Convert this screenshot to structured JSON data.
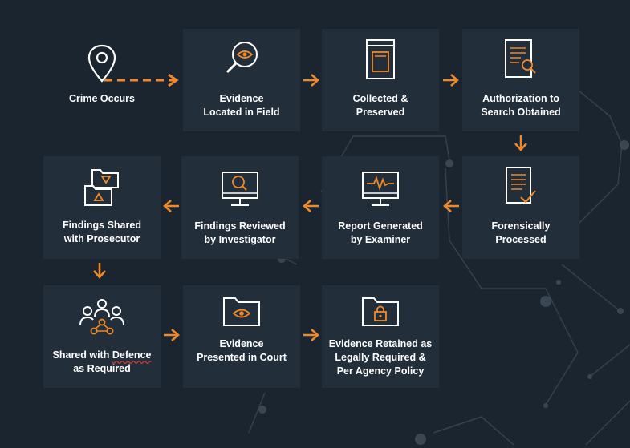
{
  "steps": [
    {
      "id": "crime-occurs",
      "lines": [
        "Crime Occurs"
      ],
      "icon": "location-pin-icon"
    },
    {
      "id": "evidence-located",
      "lines": [
        "Evidence",
        "Located in Field"
      ],
      "icon": "magnifier-eye-icon"
    },
    {
      "id": "collected-preserved",
      "lines": [
        "Collected &",
        "Preserved"
      ],
      "icon": "evidence-bag-icon"
    },
    {
      "id": "authorization",
      "lines": [
        "Authorization to",
        "Search Obtained"
      ],
      "icon": "document-search-icon"
    },
    {
      "id": "forensically-processed",
      "lines": [
        "Forensically",
        "Processed"
      ],
      "icon": "document-check-icon"
    },
    {
      "id": "report-generated",
      "lines": [
        "Report Generated",
        "by Examiner"
      ],
      "icon": "monitor-waveform-icon"
    },
    {
      "id": "findings-reviewed",
      "lines": [
        "Findings Reviewed",
        "by Investigator"
      ],
      "icon": "monitor-search-icon"
    },
    {
      "id": "findings-shared",
      "lines": [
        "Findings Shared",
        "with Prosecutor"
      ],
      "icon": "folders-exchange-icon"
    },
    {
      "id": "shared-defence",
      "lines": [
        "Shared with Defence",
        "as Required"
      ],
      "icon": "people-network-icon"
    },
    {
      "id": "evidence-presented",
      "lines": [
        "Evidence",
        "Presented in Court"
      ],
      "icon": "folder-eye-icon"
    },
    {
      "id": "evidence-retained",
      "lines": [
        "Evidence Retained as",
        "Legally Required &",
        "Per Agency Policy"
      ],
      "icon": "folder-lock-icon"
    }
  ],
  "colors": {
    "background": "#1b2530",
    "card": "#222e39",
    "accent": "#f0892a",
    "text": "#ffffff",
    "icon_stroke": "#ffffff"
  }
}
